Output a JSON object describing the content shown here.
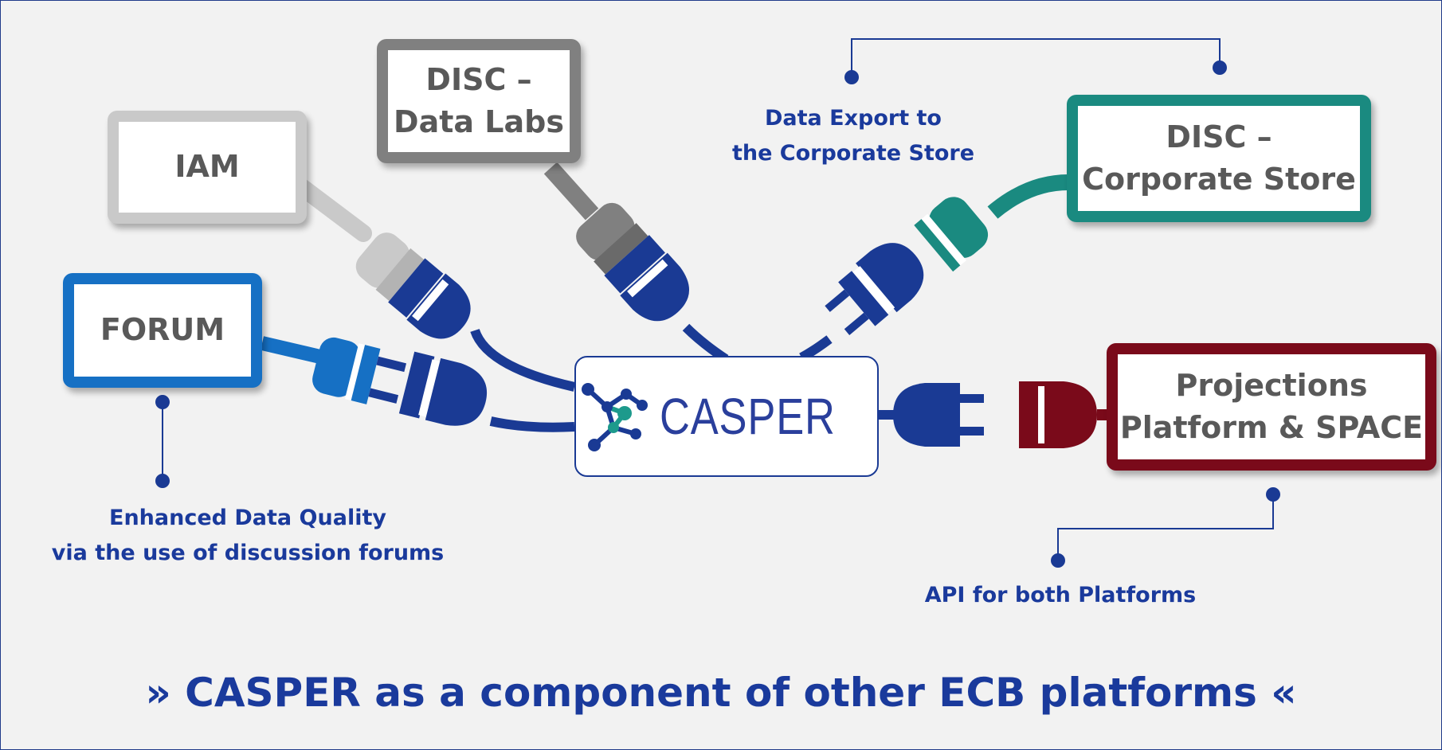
{
  "colors": {
    "background": "#f2f2f2",
    "navy": "#1a3a94",
    "note_text": "#1a3a9c",
    "iam": "#c9c9c9",
    "data_labs": "#808080",
    "corporate_store": "#1a8a80",
    "forum": "#1670c4",
    "projections": "#7a0a1a",
    "logo_teal": "#1d9a8c"
  },
  "platforms": {
    "iam": {
      "label": "IAM"
    },
    "data_labs": {
      "label": "DISC –\nData Labs"
    },
    "corporate_store": {
      "label": "DISC –\nCorporate Store"
    },
    "forum": {
      "label": "FORUM"
    },
    "projections": {
      "label": "Projections\nPlatform & SPACE"
    }
  },
  "center": {
    "logo_text": "CASPER"
  },
  "notes": {
    "data_export": "Data Export to\nthe Corporate Store",
    "forum_quality": "Enhanced Data Quality\nvia the use of discussion forums",
    "api": "API for both Platforms"
  },
  "footer": {
    "tagline": "» CASPER as a component of other ECB platforms «"
  }
}
